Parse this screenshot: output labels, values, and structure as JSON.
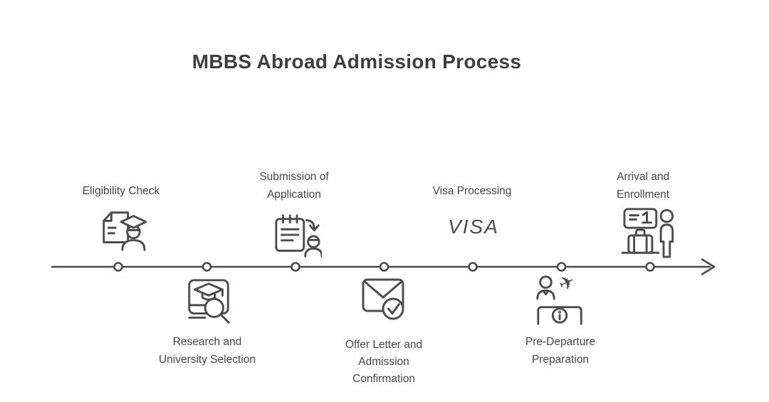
{
  "title": "MBBS Abroad Admission Process",
  "colors": {
    "background": "#ffffff",
    "text": "#454545",
    "title_text": "#3e3e3e",
    "line": "#4a4a4a",
    "icon_stroke": "#4d4d4d"
  },
  "timeline": {
    "orientation": "horizontal",
    "dot_count": 7,
    "arrow_direction": "right"
  },
  "steps": [
    {
      "label_lines": [
        "Eligibility Check"
      ],
      "position": "above",
      "icon": "document-graduate-icon"
    },
    {
      "label_lines": [
        "Research and",
        "University Selection"
      ],
      "position": "below",
      "icon": "university-search-icon"
    },
    {
      "label_lines": [
        "Submission of",
        "Application"
      ],
      "position": "above",
      "icon": "application-submit-icon"
    },
    {
      "label_lines": [
        "Offer Letter and",
        "Admission",
        "Confirmation"
      ],
      "position": "below",
      "icon": "offer-letter-check-icon"
    },
    {
      "label_lines": [
        "Visa Processing"
      ],
      "position": "above",
      "icon": "visa-text-icon",
      "icon_text": "VISA"
    },
    {
      "label_lines": [
        "Pre-Departure",
        "Preparation"
      ],
      "position": "below",
      "icon": "pre-departure-info-icon"
    },
    {
      "label_lines": [
        "Arrival and",
        "Enrollment"
      ],
      "position": "above",
      "icon": "arrival-luggage-icon"
    }
  ]
}
